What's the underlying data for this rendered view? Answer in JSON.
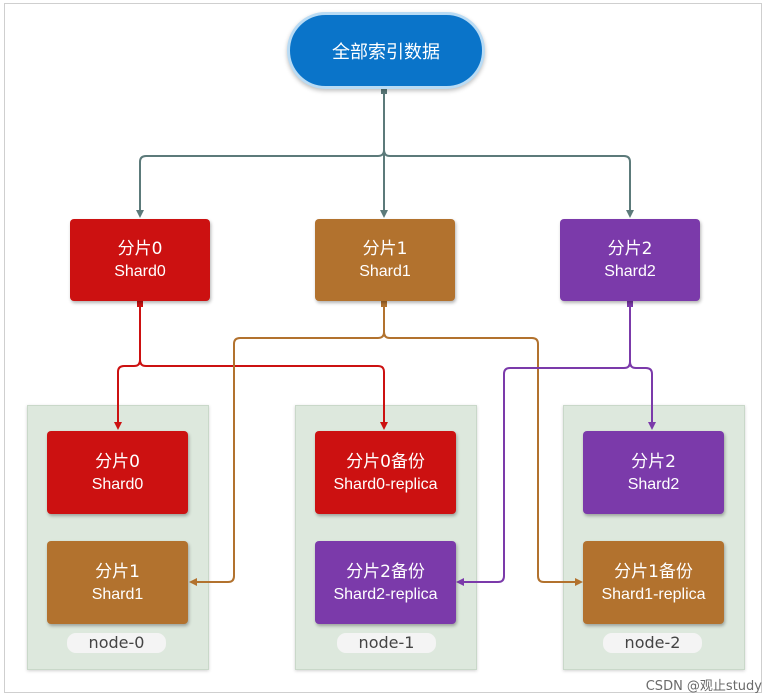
{
  "root": {
    "label": "全部索引数据"
  },
  "colors": {
    "shard0": "#cc1111",
    "shard1": "#b2722e",
    "shard2": "#7b3aaa",
    "root": "#0a74c9",
    "connector": "#5c7a7a"
  },
  "primaries": [
    {
      "name": "分片0",
      "code": "Shard0"
    },
    {
      "name": "分片1",
      "code": "Shard1"
    },
    {
      "name": "分片2",
      "code": "Shard2"
    }
  ],
  "nodes": [
    {
      "label": "node-0",
      "shards": [
        {
          "name": "分片0",
          "code": "Shard0"
        },
        {
          "name": "分片1",
          "code": "Shard1"
        }
      ]
    },
    {
      "label": "node-1",
      "shards": [
        {
          "name": "分片0备份",
          "code": "Shard0-replica"
        },
        {
          "name": "分片2备份",
          "code": "Shard2-replica"
        }
      ]
    },
    {
      "label": "node-2",
      "shards": [
        {
          "name": "分片2",
          "code": "Shard2"
        },
        {
          "name": "分片1备份",
          "code": "Shard1-replica"
        }
      ]
    }
  ],
  "watermark": "CSDN @观止study"
}
